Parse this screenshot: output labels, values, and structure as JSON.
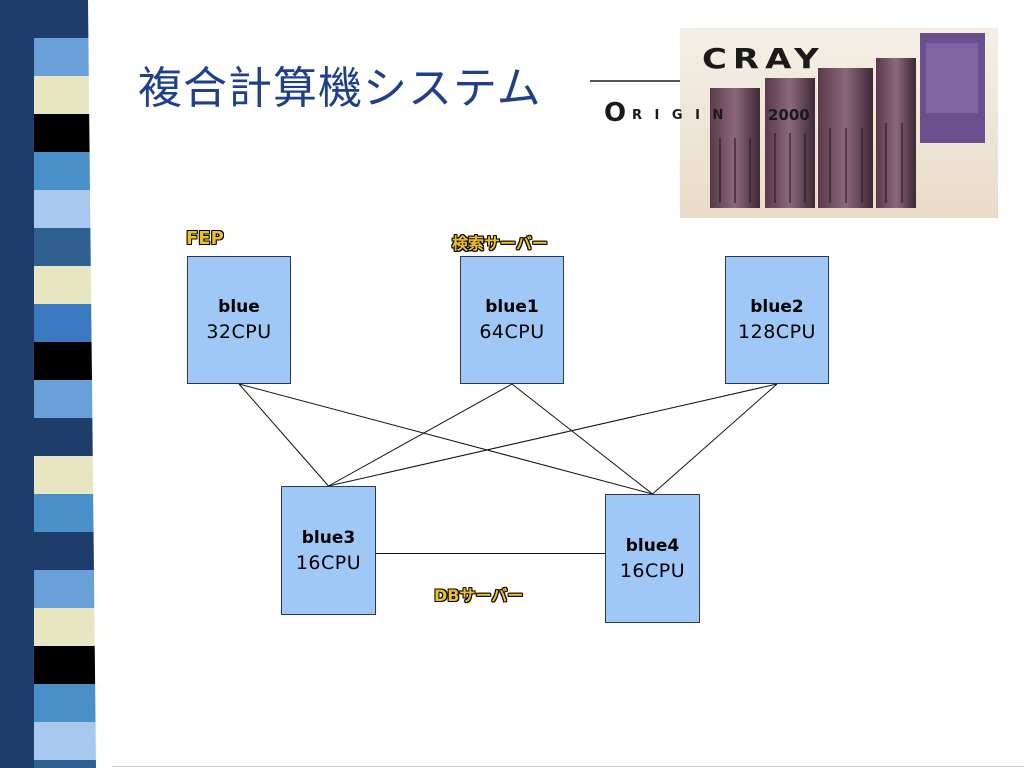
{
  "slide": {
    "title": "複合計算機システム"
  },
  "logo": {
    "brand": "CRAY",
    "product_initial": "O",
    "product_rest": "R I G I N",
    "product_number": "2000"
  },
  "diagram": {
    "labels": {
      "fep": "FEP",
      "search_server": "検索サーバー",
      "db_server": "DBサーバー"
    },
    "nodes": [
      {
        "id": "blue",
        "name": "blue",
        "cpu": "32CPU"
      },
      {
        "id": "blue1",
        "name": "blue1",
        "cpu": "64CPU"
      },
      {
        "id": "blue2",
        "name": "blue2",
        "cpu": "128CPU"
      },
      {
        "id": "blue3",
        "name": "blue3",
        "cpu": "16CPU"
      },
      {
        "id": "blue4",
        "name": "blue4",
        "cpu": "16CPU"
      }
    ],
    "links": [
      [
        "blue",
        "blue3"
      ],
      [
        "blue",
        "blue4"
      ],
      [
        "blue1",
        "blue3"
      ],
      [
        "blue1",
        "blue4"
      ],
      [
        "blue2",
        "blue3"
      ],
      [
        "blue2",
        "blue4"
      ],
      [
        "blue3",
        "blue4"
      ]
    ]
  },
  "colors": {
    "title": "#1f3f8a",
    "node_fill": "#9fc8f7",
    "tag_text": "#f3c020"
  }
}
